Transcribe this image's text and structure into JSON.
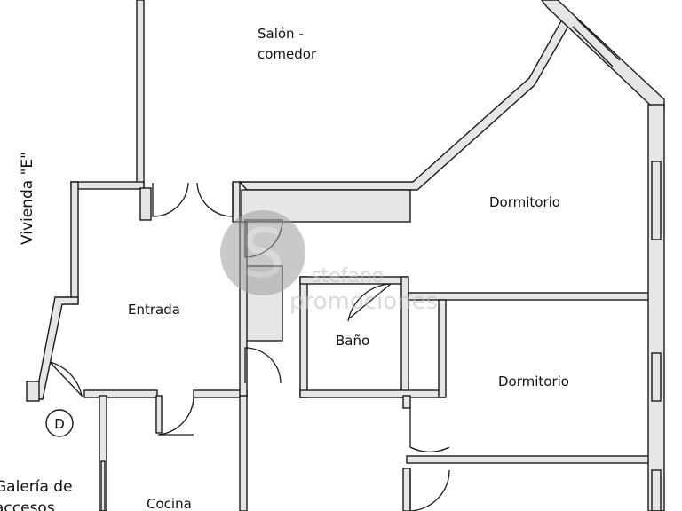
{
  "rooms": {
    "salon_line1": "Salón -",
    "salon_line2": "comedor",
    "dormitorio_1": "Dormitorio",
    "dormitorio_2": "Dormitorio",
    "entrada": "Entrada",
    "bano": "Baño",
    "cocina": "Cocina"
  },
  "adjacent": {
    "vivienda": "Vivienda \"E\"",
    "galeria_line1": "Galería de",
    "galeria_line2": "accesos"
  },
  "markers": {
    "door_symbol": "D"
  },
  "watermark": {
    "letter": "S",
    "line1": "stefano",
    "line2": "promociones",
    "color": "#c8c8c8"
  }
}
